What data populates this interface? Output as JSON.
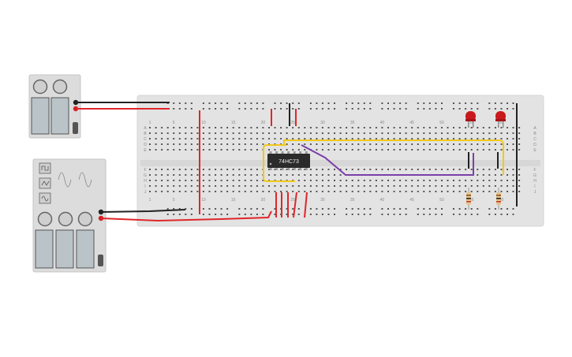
{
  "chip": {
    "label": "74HC73"
  },
  "breadboard": {
    "column_numbers": [
      "1",
      "5",
      "10",
      "15",
      "20",
      "25",
      "30",
      "35",
      "40",
      "45",
      "50",
      "55",
      "60"
    ],
    "row_letters_top": [
      "A",
      "B",
      "C",
      "D",
      "E"
    ],
    "row_letters_bottom": [
      "F",
      "G",
      "H",
      "I",
      "J"
    ]
  },
  "colors": {
    "wire_red": "#e0262a",
    "wire_black": "#222222",
    "wire_yellow": "#f2c81a",
    "wire_purple": "#7a3fa8",
    "led_red": "#c8191d",
    "board": "#e3e3e3",
    "module": "#dcdcdc"
  },
  "icons": {
    "power_supply": "dc-power-supply-icon",
    "function_generator": "function-generator-icon",
    "led": "led-icon",
    "resistor": "resistor-icon",
    "ic": "dip-ic-icon"
  }
}
